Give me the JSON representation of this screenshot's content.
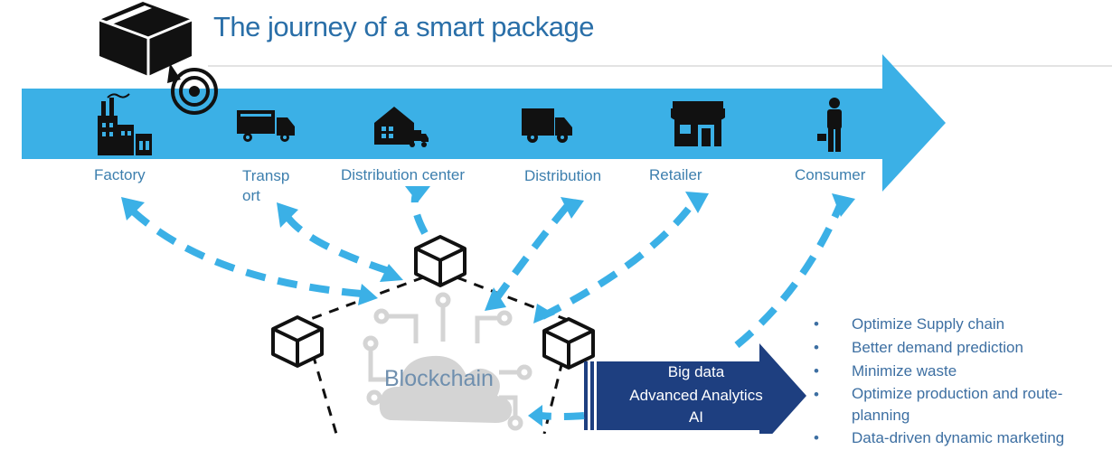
{
  "title": "The journey of a smart package",
  "stages": [
    {
      "label": "Factory",
      "icon": "factory-icon"
    },
    {
      "label": "Transp\nort",
      "icon": "truck-icon"
    },
    {
      "label": "Distribution center",
      "icon": "warehouse-icon"
    },
    {
      "label": "Distribution",
      "icon": "delivery-truck-icon"
    },
    {
      "label": "Retailer",
      "icon": "store-icon"
    },
    {
      "label": "Consumer",
      "icon": "person-icon"
    }
  ],
  "blockchain_label": "Blockchain",
  "analytics_lines": [
    "Big data",
    "Advanced Analytics",
    "AI"
  ],
  "benefits": [
    "Optimize Supply chain",
    "Better demand prediction",
    "Minimize waste",
    "Optimize production and route-planning",
    "Data-driven dynamic marketing"
  ],
  "colors": {
    "arrow": "#3bb0e6",
    "title": "#2a6fa8",
    "analytics_bg": "#1e3f80",
    "cloud": "#d4d4d4"
  }
}
